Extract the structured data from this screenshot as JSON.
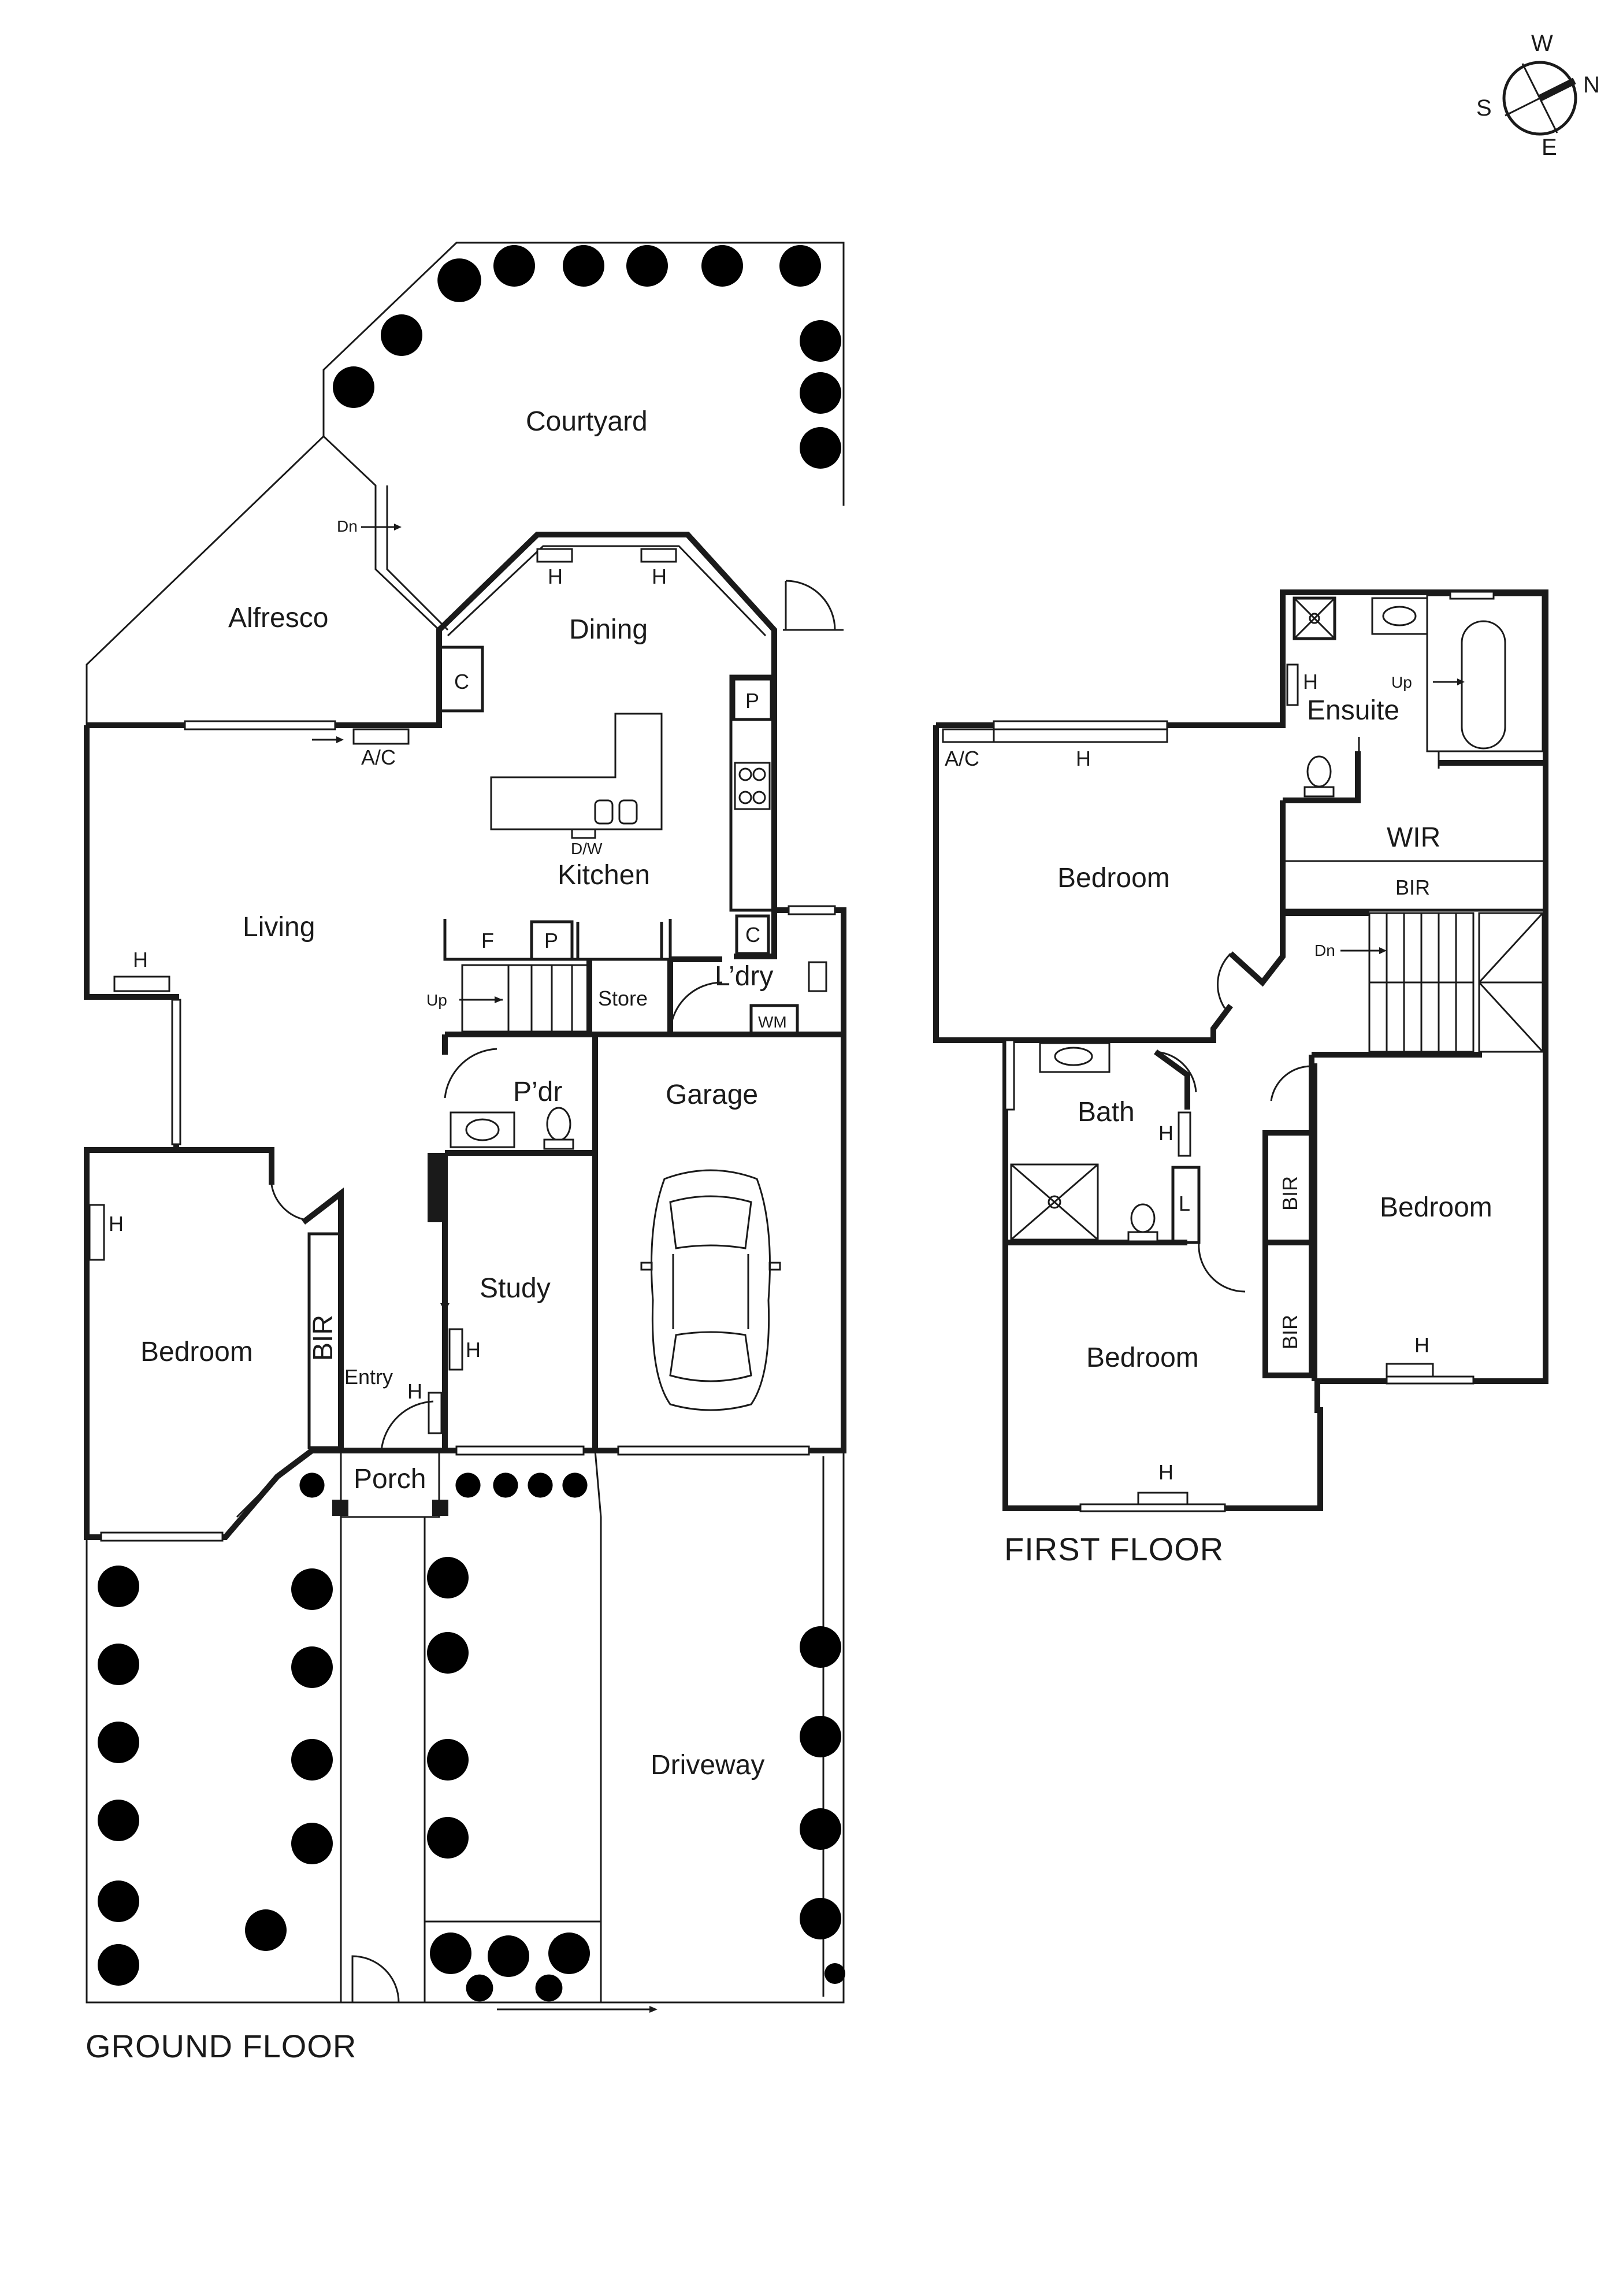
{
  "compass": {
    "north": "N",
    "south": "S",
    "east": "E",
    "west": "W"
  },
  "ground_floor": {
    "title": "GROUND FLOOR",
    "rooms": {
      "courtyard": "Courtyard",
      "alfresco": "Alfresco",
      "dining": "Dining",
      "kitchen": "Kitchen",
      "living": "Living",
      "laundry": "L’dry",
      "store": "Store",
      "powder": "P’dr",
      "garage": "Garage",
      "study": "Study",
      "bedroom": "Bedroom",
      "entry": "Entry",
      "porch": "Porch",
      "driveway": "Driveway"
    },
    "fixtures": {
      "ac": "A/C",
      "heater": "H",
      "cupboard": "C",
      "pantry": "P",
      "fridge": "F",
      "dishwasher": "D/W",
      "washing_machine": "WM",
      "built_in_robe": "BIR",
      "stairs_up": "Up",
      "stairs_down": "Dn"
    }
  },
  "first_floor": {
    "title": "FIRST FLOOR",
    "rooms": {
      "ensuite": "Ensuite",
      "wir": "WIR",
      "bir": "BIR",
      "master_bedroom": "Bedroom",
      "bath": "Bath",
      "bedroom_east": "Bedroom",
      "bedroom_south": "Bedroom"
    },
    "fixtures": {
      "ac": "A/C",
      "heater": "H",
      "linen": "L",
      "built_in_robe": "BIR",
      "stairs_up": "Up",
      "stairs_down": "Dn"
    }
  }
}
